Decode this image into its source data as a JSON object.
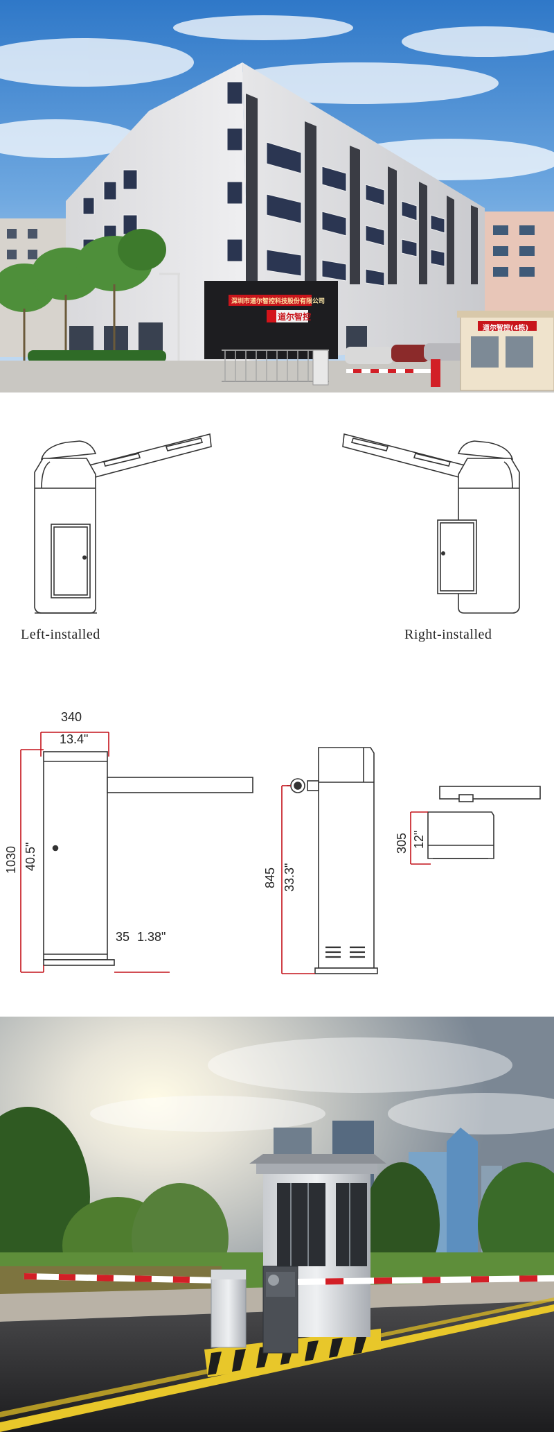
{
  "factory_photo": {
    "building_sign_top": "深圳市道尔智控科技股份有限公司",
    "building_sign_brand": "道尔智控",
    "guard_house_sign": "道尔智控(4栋)"
  },
  "installation": {
    "left_label": "Left-installed",
    "right_label": "Right-installed"
  },
  "dimensions": {
    "width_mm": "340",
    "width_in": "13.4\"",
    "height_mm": "1030",
    "height_in": "40.5\"",
    "base_mm": "35",
    "base_in": "1.38\"",
    "arm_height_mm": "845",
    "arm_height_in": "33.3\"",
    "depth_mm": "305",
    "depth_in": "12\""
  }
}
